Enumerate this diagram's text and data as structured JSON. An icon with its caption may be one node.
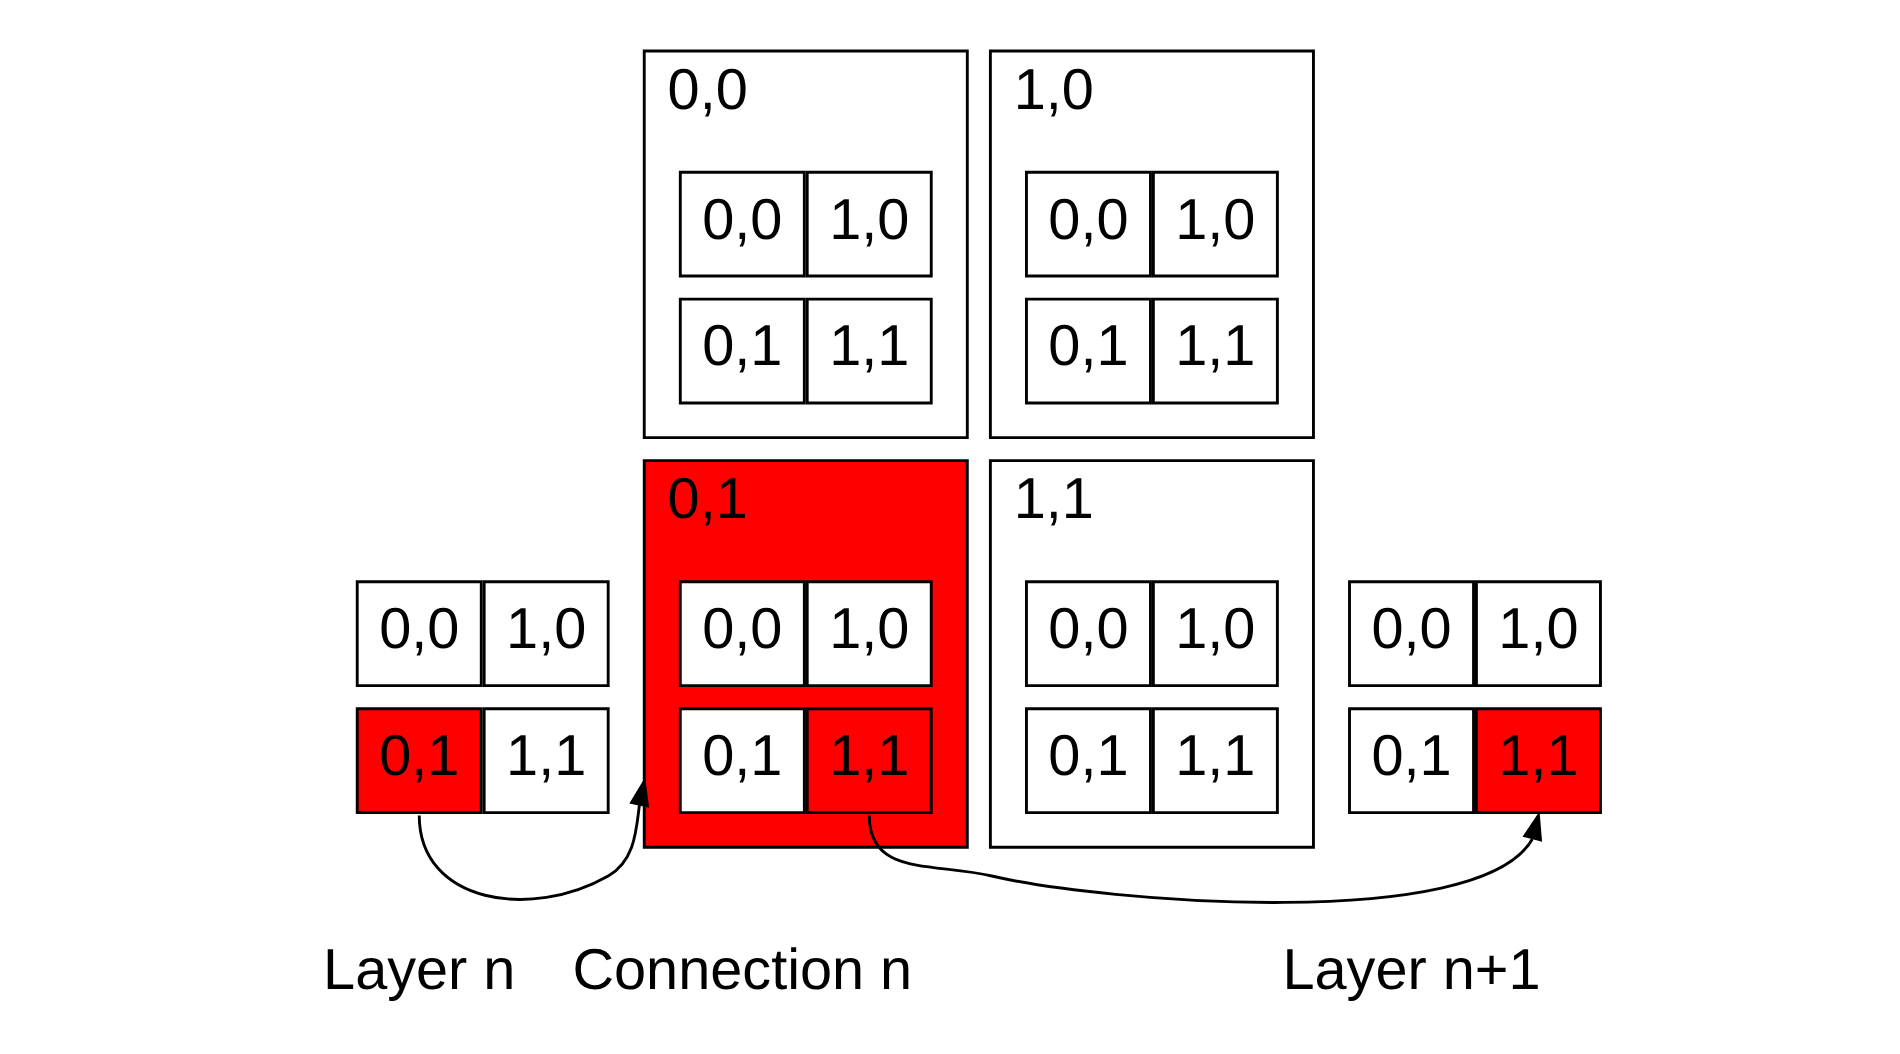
{
  "diagram": {
    "nodes": [
      {
        "text": [
          "0,0"
        ]
      },
      {
        "text": [
          "1,0"
        ]
      },
      {
        "text": [
          "0,1"
        ]
      },
      {
        "text": [
          "1,1"
        ]
      },
      {
        "text": [
          "0,0"
        ]
      },
      {
        "text": [
          "0,0"
        ],
        "in": 4
      },
      {
        "text": [
          "1,0"
        ],
        "in": 4
      },
      {
        "text": [
          "0,1"
        ],
        "in": 4
      },
      {
        "text": [
          "1,1"
        ],
        "in": 4
      },
      {
        "text": [
          "1,0"
        ]
      },
      {
        "text": [
          "0,0"
        ],
        "in": 9
      },
      {
        "text": [
          "1,0"
        ],
        "in": 9
      },
      {
        "text": [
          "0,1"
        ],
        "in": 9
      },
      {
        "text": [
          "1,1"
        ],
        "in": 9
      },
      {
        "text": [
          "0,1"
        ]
      },
      {
        "text": [
          "0,0"
        ],
        "in": 14
      },
      {
        "text": [
          "1,0"
        ],
        "in": 14
      },
      {
        "text": [
          "0,1"
        ],
        "in": 14
      },
      {
        "text": [
          "1,1"
        ],
        "in": 14
      },
      {
        "text": [
          "1,1"
        ]
      },
      {
        "text": [
          "0,0"
        ],
        "in": 19
      },
      {
        "text": [
          "1,0"
        ],
        "in": 19
      },
      {
        "text": [
          "0,1"
        ],
        "in": 19
      },
      {
        "text": [
          "1,1"
        ],
        "in": 19
      },
      {
        "text": [
          "0,0"
        ]
      },
      {
        "text": [
          "1,0"
        ]
      },
      {
        "text": [
          "0,1"
        ]
      },
      {
        "text": [
          "1,1"
        ]
      }
    ],
    "edges": [
      {
        "from": 2,
        "to": 14,
        "arrow": "to"
      },
      {
        "from": 18,
        "to": 27,
        "arrow": "to"
      }
    ],
    "labels": [
      "Layer n",
      "Connection n",
      "Layer n+1"
    ]
  }
}
